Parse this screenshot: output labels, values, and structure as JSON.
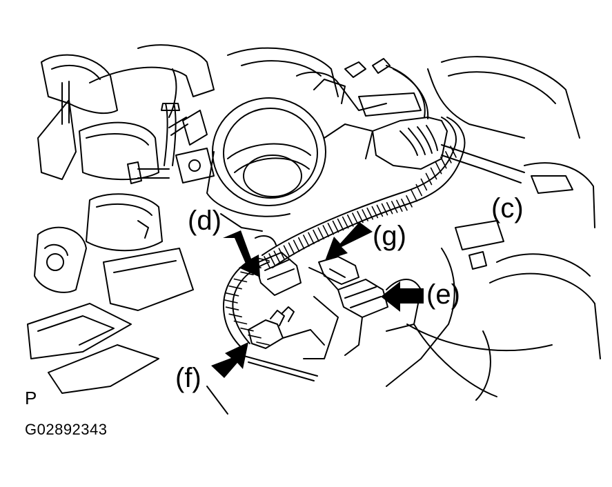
{
  "callouts": {
    "c": "(c)",
    "d": "(d)",
    "e": "(e)",
    "f": "(f)",
    "g": "(g)"
  },
  "view_letter": "P",
  "figure_id": "G02892343",
  "colors": {
    "line": "#000000",
    "background": "#ffffff"
  }
}
